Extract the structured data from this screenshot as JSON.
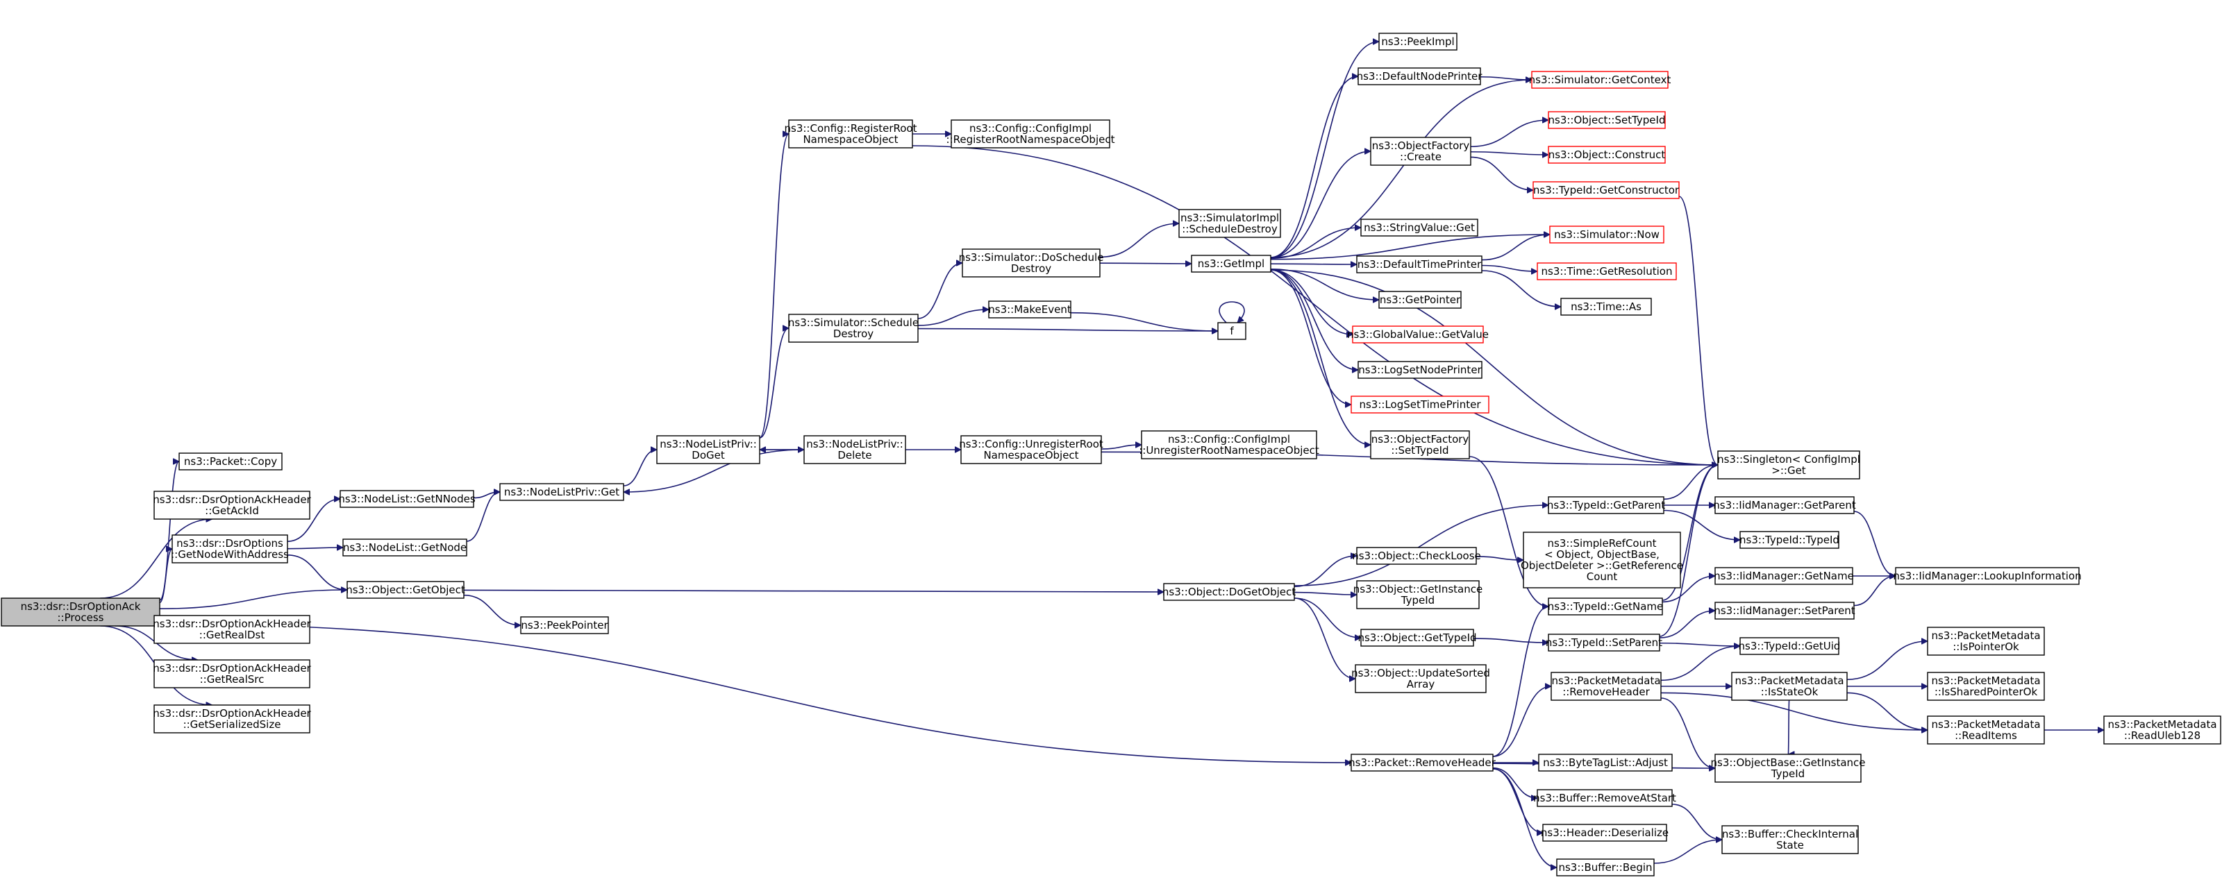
{
  "graph": {
    "nodes": [
      {
        "id": "root",
        "lines": [
          "ns3::dsr::DsrOptionAck",
          "::Process"
        ],
        "root": true
      },
      {
        "id": "copy",
        "lines": [
          "ns3::Packet::Copy"
        ]
      },
      {
        "id": "getackid",
        "lines": [
          "ns3::dsr::DsrOptionAckHeader",
          "::GetAckId"
        ]
      },
      {
        "id": "getnodewithaddr",
        "lines": [
          "ns3::dsr::DsrOptions",
          "::GetNodeWithAddress"
        ]
      },
      {
        "id": "getobject",
        "lines": [
          "ns3::Object::GetObject"
        ]
      },
      {
        "id": "getrealdst",
        "lines": [
          "ns3::dsr::DsrOptionAckHeader",
          "::GetRealDst"
        ]
      },
      {
        "id": "getrealsrc",
        "lines": [
          "ns3::dsr::DsrOptionAckHeader",
          "::GetRealSrc"
        ]
      },
      {
        "id": "getsersize",
        "lines": [
          "ns3::dsr::DsrOptionAckHeader",
          "::GetSerializedSize"
        ]
      },
      {
        "id": "removeheader",
        "lines": [
          "ns3::Packet::RemoveHeader"
        ]
      },
      {
        "id": "getnnodes",
        "lines": [
          "ns3::NodeList::GetNNodes"
        ]
      },
      {
        "id": "getnode",
        "lines": [
          "ns3::NodeList::GetNode"
        ]
      },
      {
        "id": "nlpget",
        "lines": [
          "ns3::NodeListPriv::Get"
        ]
      },
      {
        "id": "nlpdoget",
        "lines": [
          "ns3::NodeListPriv::",
          "DoGet"
        ]
      },
      {
        "id": "nlpdelete",
        "lines": [
          "ns3::NodeListPriv::",
          "Delete"
        ]
      },
      {
        "id": "regroot",
        "lines": [
          "ns3::Config::RegisterRoot",
          "NamespaceObject"
        ]
      },
      {
        "id": "implregroot",
        "lines": [
          "ns3::Config::ConfigImpl",
          "::RegisterRootNamespaceObject"
        ]
      },
      {
        "id": "schedestroy",
        "lines": [
          "ns3::Simulator::Schedule",
          "Destroy"
        ]
      },
      {
        "id": "doschedestroy",
        "lines": [
          "ns3::Simulator::DoSchedule",
          "Destroy"
        ]
      },
      {
        "id": "simimplsched",
        "lines": [
          "ns3::SimulatorImpl",
          "::ScheduleDestroy"
        ]
      },
      {
        "id": "makeevent",
        "lines": [
          "ns3::MakeEvent"
        ]
      },
      {
        "id": "f",
        "lines": [
          "f"
        ]
      },
      {
        "id": "getimpl",
        "lines": [
          "ns3::GetImpl"
        ]
      },
      {
        "id": "unregroot",
        "lines": [
          "ns3::Config::UnregisterRoot",
          "NamespaceObject"
        ]
      },
      {
        "id": "implunregroot",
        "lines": [
          "ns3::Config::ConfigImpl",
          "::UnregisterRootNamespaceObject"
        ]
      },
      {
        "id": "peekpointer",
        "lines": [
          "ns3::PeekPointer"
        ]
      },
      {
        "id": "dogetobject",
        "lines": [
          "ns3::Object::DoGetObject"
        ]
      },
      {
        "id": "peekimpl",
        "lines": [
          "ns3::PeekImpl"
        ]
      },
      {
        "id": "defnodeprinter",
        "lines": [
          "ns3::DefaultNodePrinter"
        ]
      },
      {
        "id": "simgetcontext",
        "lines": [
          "ns3::Simulator::GetContext"
        ],
        "red": true
      },
      {
        "id": "objfactcreate",
        "lines": [
          "ns3::ObjectFactory",
          "::Create"
        ]
      },
      {
        "id": "objsettypeid",
        "lines": [
          "ns3::Object::SetTypeId"
        ],
        "red": true
      },
      {
        "id": "objconstruct",
        "lines": [
          "ns3::Object::Construct"
        ],
        "red": true
      },
      {
        "id": "typeidgetctor",
        "lines": [
          "ns3::TypeId::GetConstructor"
        ],
        "red": true
      },
      {
        "id": "stringvalget",
        "lines": [
          "ns3::StringValue::Get"
        ]
      },
      {
        "id": "simnow",
        "lines": [
          "ns3::Simulator::Now"
        ],
        "red": true
      },
      {
        "id": "deftimeprinter",
        "lines": [
          "ns3::DefaultTimePrinter"
        ]
      },
      {
        "id": "timegetres",
        "lines": [
          "ns3::Time::GetResolution"
        ],
        "red": true
      },
      {
        "id": "timeas",
        "lines": [
          "ns3::Time::As"
        ]
      },
      {
        "id": "getpointer",
        "lines": [
          "ns3::GetPointer"
        ]
      },
      {
        "id": "globalvalget",
        "lines": [
          "ns3::GlobalValue::GetValue"
        ],
        "red": true
      },
      {
        "id": "logsetnodeprinter",
        "lines": [
          "ns3::LogSetNodePrinter"
        ]
      },
      {
        "id": "logsettimeprinter",
        "lines": [
          "ns3::LogSetTimePrinter"
        ],
        "red": true
      },
      {
        "id": "objfactsettypeid",
        "lines": [
          "ns3::ObjectFactory",
          "::SetTypeId"
        ]
      },
      {
        "id": "singletonget",
        "lines": [
          "ns3::Singleton< ConfigImpl",
          " >::Get"
        ]
      },
      {
        "id": "typeidgetparent",
        "lines": [
          "ns3::TypeId::GetParent"
        ]
      },
      {
        "id": "iidgetparent",
        "lines": [
          "ns3::IidManager::GetParent"
        ]
      },
      {
        "id": "typeidtypeid",
        "lines": [
          "ns3::TypeId::TypeId"
        ]
      },
      {
        "id": "objcheckloose",
        "lines": [
          "ns3::Object::CheckLoose"
        ]
      },
      {
        "id": "simplerefcount",
        "lines": [
          "ns3::SimpleRefCount",
          "< Object, ObjectBase,",
          " ObjectDeleter >::GetReference",
          "Count"
        ]
      },
      {
        "id": "objgetinsttypeid",
        "lines": [
          "ns3::Object::GetInstance",
          "TypeId"
        ]
      },
      {
        "id": "objgettypeid",
        "lines": [
          "ns3::Object::GetTypeId"
        ]
      },
      {
        "id": "objupdsorted",
        "lines": [
          "ns3::Object::UpdateSorted",
          "Array"
        ]
      },
      {
        "id": "typeidgetname",
        "lines": [
          "ns3::TypeId::GetName"
        ]
      },
      {
        "id": "iidgetname",
        "lines": [
          "ns3::IidManager::GetName"
        ]
      },
      {
        "id": "iidlookup",
        "lines": [
          "ns3::IidManager::LookupInformation"
        ]
      },
      {
        "id": "typeidsetparent",
        "lines": [
          "ns3::TypeId::SetParent"
        ]
      },
      {
        "id": "iidsetparent",
        "lines": [
          "ns3::IidManager::SetParent"
        ]
      },
      {
        "id": "typeidgetuid",
        "lines": [
          "ns3::TypeId::GetUid"
        ]
      },
      {
        "id": "pmremoveheader",
        "lines": [
          "ns3::PacketMetadata",
          "::RemoveHeader"
        ]
      },
      {
        "id": "pmisstateok",
        "lines": [
          "ns3::PacketMetadata",
          "::IsStateOk"
        ]
      },
      {
        "id": "pmispointerok",
        "lines": [
          "ns3::PacketMetadata",
          "::IsPointerOk"
        ]
      },
      {
        "id": "pmissharedptrok",
        "lines": [
          "ns3::PacketMetadata",
          "::IsSharedPointerOk"
        ]
      },
      {
        "id": "pmreaditems",
        "lines": [
          "ns3::PacketMetadata",
          "::ReadItems"
        ]
      },
      {
        "id": "pmreaduleb",
        "lines": [
          "ns3::PacketMetadata",
          "::ReadUleb128"
        ]
      },
      {
        "id": "objbasegetinst",
        "lines": [
          "ns3::ObjectBase::GetInstance",
          "TypeId"
        ]
      },
      {
        "id": "bytetagadjust",
        "lines": [
          "ns3::ByteTagList::Adjust"
        ]
      },
      {
        "id": "bufremovestart",
        "lines": [
          "ns3::Buffer::RemoveAtStart"
        ]
      },
      {
        "id": "headerdeser",
        "lines": [
          "ns3::Header::Deserialize"
        ]
      },
      {
        "id": "bufcheckinternal",
        "lines": [
          "ns3::Buffer::CheckInternal",
          "State"
        ]
      },
      {
        "id": "bufbegin",
        "lines": [
          "ns3::Buffer::Begin"
        ]
      }
    ],
    "edges": [
      [
        "root",
        "copy"
      ],
      [
        "root",
        "getackid"
      ],
      [
        "root",
        "getnodewithaddr"
      ],
      [
        "root",
        "getobject"
      ],
      [
        "root",
        "getrealdst"
      ],
      [
        "root",
        "getrealsrc"
      ],
      [
        "root",
        "getsersize"
      ],
      [
        "root",
        "removeheader"
      ],
      [
        "getnodewithaddr",
        "getnnodes"
      ],
      [
        "getnodewithaddr",
        "getnode"
      ],
      [
        "getnodewithaddr",
        "getobject"
      ],
      [
        "getnnodes",
        "nlpget"
      ],
      [
        "getnode",
        "nlpget"
      ],
      [
        "nlpget",
        "nlpdoget"
      ],
      [
        "nlpdoget",
        "regroot"
      ],
      [
        "nlpdoget",
        "schedestroy"
      ],
      [
        "nlpdoget",
        "nlpdelete"
      ],
      [
        "nlpdelete",
        "nlpdoget"
      ],
      [
        "nlpdelete",
        "nlpget"
      ],
      [
        "nlpdelete",
        "unregroot"
      ],
      [
        "regroot",
        "implregroot"
      ],
      [
        "regroot",
        "singletonget"
      ],
      [
        "schedestroy",
        "doschedestroy"
      ],
      [
        "schedestroy",
        "makeevent"
      ],
      [
        "schedestroy",
        "f"
      ],
      [
        "doschedestroy",
        "simimplsched"
      ],
      [
        "doschedestroy",
        "getimpl"
      ],
      [
        "makeevent",
        "f"
      ],
      [
        "f",
        "f"
      ],
      [
        "unregroot",
        "implunregroot"
      ],
      [
        "unregroot",
        "singletonget"
      ],
      [
        "getobject",
        "peekpointer"
      ],
      [
        "getobject",
        "dogetobject"
      ],
      [
        "getimpl",
        "peekimpl"
      ],
      [
        "getimpl",
        "defnodeprinter"
      ],
      [
        "getimpl",
        "simgetcontext"
      ],
      [
        "getimpl",
        "objfactcreate"
      ],
      [
        "getimpl",
        "stringvalget"
      ],
      [
        "getimpl",
        "simnow"
      ],
      [
        "getimpl",
        "deftimeprinter"
      ],
      [
        "getimpl",
        "getpointer"
      ],
      [
        "getimpl",
        "globalvalget"
      ],
      [
        "getimpl",
        "logsetnodeprinter"
      ],
      [
        "getimpl",
        "logsettimeprinter"
      ],
      [
        "getimpl",
        "objfactsettypeid"
      ],
      [
        "getimpl",
        "singletonget"
      ],
      [
        "defnodeprinter",
        "simgetcontext"
      ],
      [
        "objfactcreate",
        "objsettypeid"
      ],
      [
        "objfactcreate",
        "objconstruct"
      ],
      [
        "objfactcreate",
        "typeidgetctor"
      ],
      [
        "deftimeprinter",
        "simnow"
      ],
      [
        "deftimeprinter",
        "timegetres"
      ],
      [
        "deftimeprinter",
        "timeas"
      ],
      [
        "objfactsettypeid",
        "typeidgetname"
      ],
      [
        "dogetobject",
        "typeidgetparent"
      ],
      [
        "dogetobject",
        "objcheckloose"
      ],
      [
        "dogetobject",
        "objgetinsttypeid"
      ],
      [
        "dogetobject",
        "objgettypeid"
      ],
      [
        "dogetobject",
        "objupdsorted"
      ],
      [
        "objcheckloose",
        "simplerefcount"
      ],
      [
        "objgettypeid",
        "typeidsetparent"
      ],
      [
        "typeidgetparent",
        "singletonget"
      ],
      [
        "typeidgetparent",
        "iidgetparent"
      ],
      [
        "typeidgetparent",
        "typeidtypeid"
      ],
      [
        "iidgetparent",
        "iidlookup"
      ],
      [
        "typeidgetname",
        "singletonget"
      ],
      [
        "typeidgetname",
        "iidgetname"
      ],
      [
        "iidgetname",
        "iidlookup"
      ],
      [
        "typeidsetparent",
        "singletonget"
      ],
      [
        "typeidsetparent",
        "iidsetparent"
      ],
      [
        "typeidsetparent",
        "typeidgetuid"
      ],
      [
        "iidsetparent",
        "iidlookup"
      ],
      [
        "typeidgetctor",
        "singletonget"
      ],
      [
        "removeheader",
        "typeidgetname"
      ],
      [
        "removeheader",
        "pmremoveheader"
      ],
      [
        "removeheader",
        "objbasegetinst"
      ],
      [
        "removeheader",
        "bytetagadjust"
      ],
      [
        "removeheader",
        "bufremovestart"
      ],
      [
        "removeheader",
        "headerdeser"
      ],
      [
        "removeheader",
        "bufbegin"
      ],
      [
        "pmremoveheader",
        "typeidgetuid"
      ],
      [
        "pmremoveheader",
        "pmisstateok"
      ],
      [
        "pmremoveheader",
        "pmreaditems"
      ],
      [
        "pmremoveheader",
        "objbasegetinst"
      ],
      [
        "pmisstateok",
        "pmispointerok"
      ],
      [
        "pmisstateok",
        "pmissharedptrok"
      ],
      [
        "pmisstateok",
        "pmreaditems"
      ],
      [
        "pmisstateok",
        "objbasegetinst"
      ],
      [
        "pmreaditems",
        "pmreaduleb"
      ],
      [
        "bufremovestart",
        "bufcheckinternal"
      ],
      [
        "bufbegin",
        "bufcheckinternal"
      ]
    ]
  }
}
